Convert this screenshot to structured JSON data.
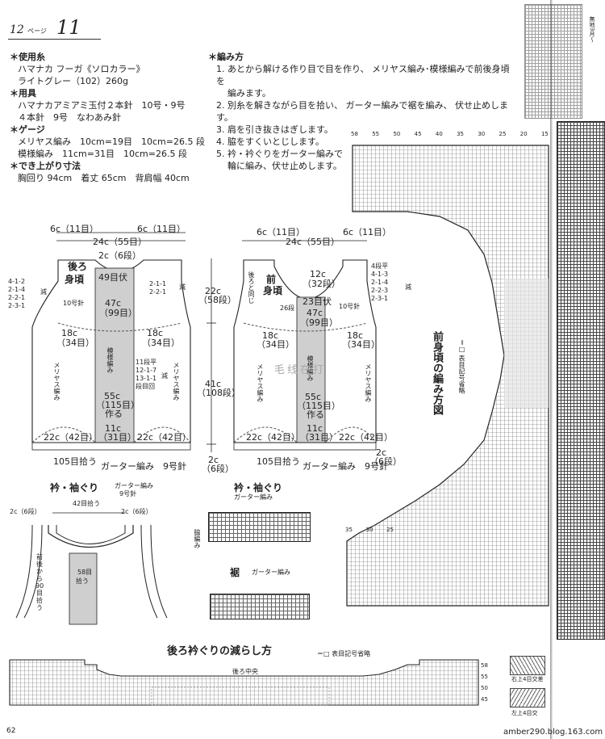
{
  "header": {
    "page_ref": "12",
    "page_word": "ページ",
    "pattern_no": "11"
  },
  "materials": {
    "yarn_heading": "＊使用糸",
    "yarn_line1": "ハマナカ フーガ《ソロカラー》",
    "yarn_line2": "ライトグレー（102）260g",
    "tools_heading": "＊用具",
    "tools_line1": "ハマナカアミアミ玉付２本針　10号・9号",
    "tools_line2": "４本針　9号　なわあみ針",
    "gauge_heading": "＊ゲージ",
    "gauge_line1": "メリヤス編み　10cm=19目　10cm=26.5 段",
    "gauge_line2": "模様編み　11cm=31目　10cm=26.5 段",
    "size_heading": "＊でき上がり寸法",
    "size_line1": "胸回り 94cm　着丈 65cm　背肩幅 40cm"
  },
  "method": {
    "heading": "＊編み方",
    "steps": [
      "1. あとから解ける作り目で目を作り、 メリヤス編み･模様編みで前後身頃を",
      "編みます。",
      "2. 別糸を解きながら目を拾い、 ガーター編みで裾を編み、 伏せ止めします。",
      "3. 肩を引き抜きはぎします。",
      "4. 脇をすくいとじします。",
      "5. 衿・衿ぐりをガーター編みで",
      "輪に編み、伏せ止めします。"
    ]
  },
  "back": {
    "title1": "後ろ",
    "title2": "身頃",
    "top_w": "24c（55目）",
    "sh_l": "6c（11目）",
    "sh_r": "6c（11目）",
    "neck": "2c（6段）",
    "shape_l": [
      "4-1-2",
      "2-1-4",
      "2-2-1",
      "2-3-1"
    ],
    "reduce": "減",
    "side_r": [
      "2-1-1",
      "2-2-1"
    ],
    "needle10": "10号針",
    "n49": "49目伏",
    "center": "47c",
    "center_s": "（99目）",
    "mid_l": "18c",
    "mid_l_s": "（34目）",
    "mid_r": "18c",
    "mid_r_s": "（34目）",
    "meri_l": "メリヤス編み",
    "moyo": "模様編み",
    "meri_r": "メリヤス編み",
    "inc_note": [
      "11段平",
      "12-1-7",
      "13-1-1",
      "段目回"
    ],
    "inc_reduce": "減",
    "h1": "55c",
    "h1_s": "（115目）",
    "h1_w": "作る",
    "b1": "11c",
    "b1_s": "（31目）",
    "bl": "22c（42目）",
    "br": "22c（42目）",
    "pick": "105目拾う",
    "garter": "ガーター編み　9号針",
    "height_t": "22c",
    "height_t_s": "（58段）",
    "height_b": "41c",
    "height_b_s": "（108段）",
    "hem": "2c",
    "hem_s": "（6段）"
  },
  "front": {
    "title1": "前",
    "title2": "身頃",
    "top_w": "24c（55目）",
    "sh_l": "6c（11目）",
    "sh_r": "6c（11目）",
    "same": "後ろと同じ",
    "neck": "12c",
    "neck_s": "（32段）",
    "shape_r": [
      "4段平",
      "4-1-3",
      "2-1-4",
      "2-2-3",
      "2-3-1"
    ],
    "reduce": "減",
    "n23": "23目伏",
    "center": "47c",
    "center_s": "（99目）",
    "rows26": "26段",
    "needle10": "10号針",
    "mid_l": "18c",
    "mid_l_s": "（34目）",
    "mid_r": "18c",
    "mid_r_s": "（34目）",
    "meri_l": "メリヤス編み",
    "moyo": "模様編み",
    "meri_r": "メリヤス編み",
    "h1": "55c",
    "h1_s": "（115目）",
    "h1_w": "作る",
    "b1": "11c",
    "b1_s": "（31目）",
    "bl": "22c（42目）",
    "br": "22c（42目）",
    "pick": "105目拾う",
    "garter": "ガーター編み　9号針",
    "hem": "2c",
    "hem_s": "（6段）"
  },
  "collar": {
    "title": "衿・袖ぐり",
    "garter": "ガーター編み",
    "needle": "9号針",
    "pick42": "42目拾う",
    "l": "2c（6段）",
    "r": "2c（6段）",
    "pick58": "58目",
    "pick58b": "拾う",
    "pick90": [
      "前",
      "後",
      "か",
      "ら",
      "90",
      "目",
      "拾",
      "う"
    ]
  },
  "collar2": {
    "title": "衿・袖ぐり",
    "garter": "ガーター編み",
    "side": "脇編み"
  },
  "hem2": {
    "title": "裾",
    "garter": "ガーター編み"
  },
  "front_chart": {
    "title": "前身頃の編み方図",
    "legend": "＝□ 表目記号省略",
    "top_nums": [
      "58",
      "55",
      "50",
      "45",
      "40",
      "35",
      "30",
      "25",
      "20",
      "15"
    ],
    "side_nums": [
      "35",
      "30",
      "25"
    ]
  },
  "back_neck": {
    "title": "後ろ衿ぐりの減らし方",
    "legend": "＝□ 表目記号省略",
    "center": "後ろ中央",
    "rows": [
      "58",
      "55",
      "50",
      "45"
    ]
  },
  "right_legend": {
    "cross1": "右上4目交差",
    "cross2": "左上4目交"
  },
  "right_strip": "無地3月〜",
  "footer": {
    "page": "62",
    "url": "amber290.blog.163.com"
  },
  "watermark": "毛线在打"
}
